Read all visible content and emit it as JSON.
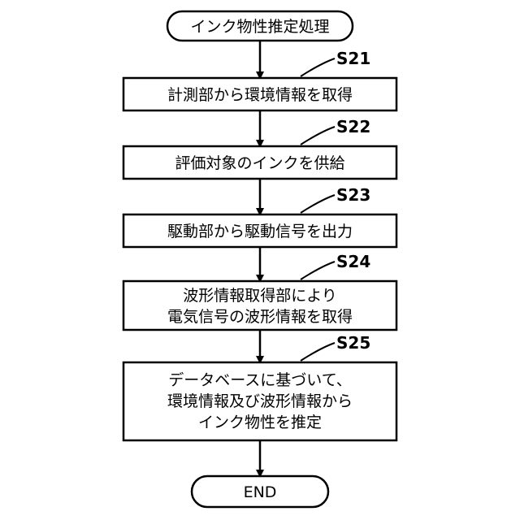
{
  "start_label": "インク物性推定処理",
  "end_label": "END",
  "steps": [
    {
      "id": "S21",
      "lines": [
        "計測部から環境情報を取得"
      ]
    },
    {
      "id": "S22",
      "lines": [
        "評価対象のインクを供給"
      ]
    },
    {
      "id": "S23",
      "lines": [
        "駆動部から駆動信号を出力"
      ]
    },
    {
      "id": "S24",
      "lines": [
        "波形情報取得部により",
        "電気信号の波形情報を取得"
      ]
    },
    {
      "id": "S25",
      "lines": [
        "データベースに基づいて、",
        "環境情報及び波形情報から",
        "インク物性を推定"
      ]
    }
  ]
}
